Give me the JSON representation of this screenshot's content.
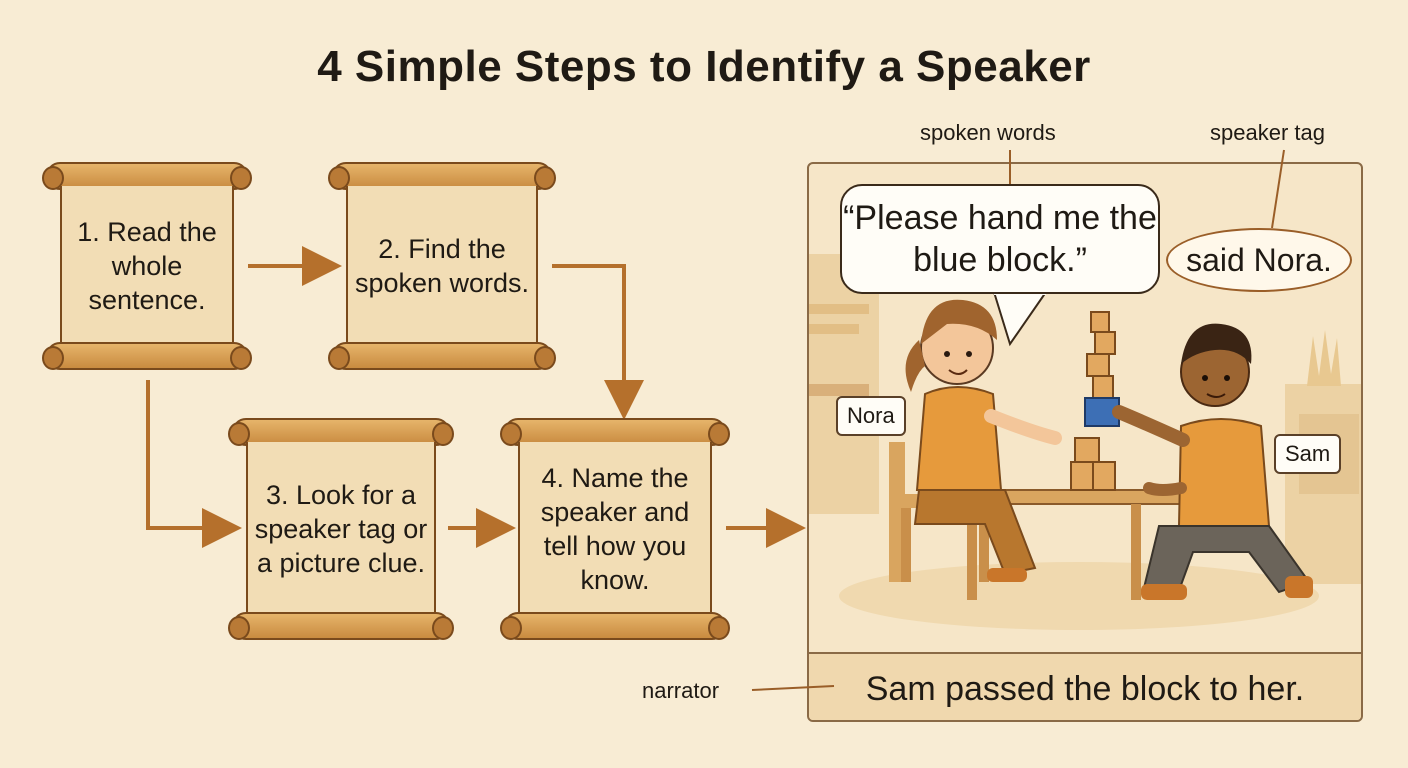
{
  "title": "4 Simple Steps to Identify a Speaker",
  "steps": [
    {
      "label": "1. Read the whole sentence."
    },
    {
      "label": "2. Find the spoken words."
    },
    {
      "label": "3. Look for a speaker tag or a picture clue."
    },
    {
      "label": "4. Name the speaker and tell how you know."
    }
  ],
  "example": {
    "quote": "“Please hand me the blue block.”",
    "speaker_tag": "said Nora.",
    "narration": "Sam passed the block to her.",
    "characters": [
      "Nora",
      "Sam"
    ]
  },
  "callouts": {
    "spoken_words": "spoken words",
    "speaker_tag": "speaker tag",
    "narrator": "narrator"
  },
  "colors": {
    "background": "#f8ecd4",
    "arrow": "#b5702c",
    "scroll": "#f2ddb5",
    "shirt": "#e69a3c"
  }
}
